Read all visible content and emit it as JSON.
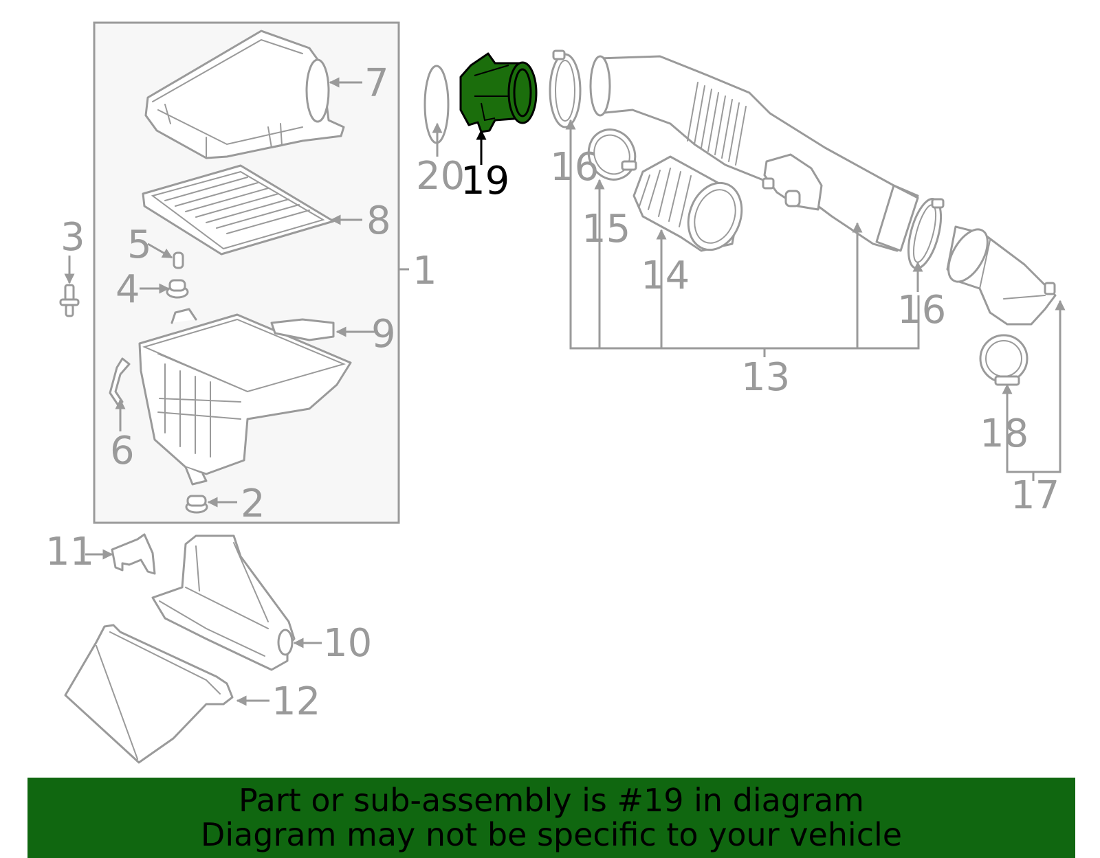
{
  "diagram": {
    "highlight_color": "#1b6e0c",
    "line_color": "#9a9a9a",
    "callouts": {
      "c1": "1",
      "c2": "2",
      "c3": "3",
      "c4": "4",
      "c5": "5",
      "c6": "6",
      "c7": "7",
      "c8": "8",
      "c9": "9",
      "c10": "10",
      "c11": "11",
      "c12": "12",
      "c13": "13",
      "c14": "14",
      "c15": "15",
      "c16a": "16",
      "c16b": "16",
      "c17": "17",
      "c18": "18",
      "c19": "19",
      "c20": "20"
    },
    "highlighted_part": "19"
  },
  "banner": {
    "line1": "Part or sub-assembly is #19 in diagram",
    "line2": "Diagram may not be specific to your vehicle",
    "background": "#106710"
  }
}
